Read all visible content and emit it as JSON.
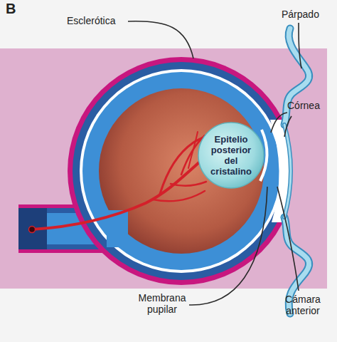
{
  "diagram": {
    "nodes": [
      {
        "text": [
          "Epitelio posterior del cristalino"
        ]
      }
    ],
    "labels": [
      "B",
      "Esclerótica",
      "Párpado",
      "Córnea",
      "Membrana pupilar",
      "Cámara anterior"
    ]
  }
}
